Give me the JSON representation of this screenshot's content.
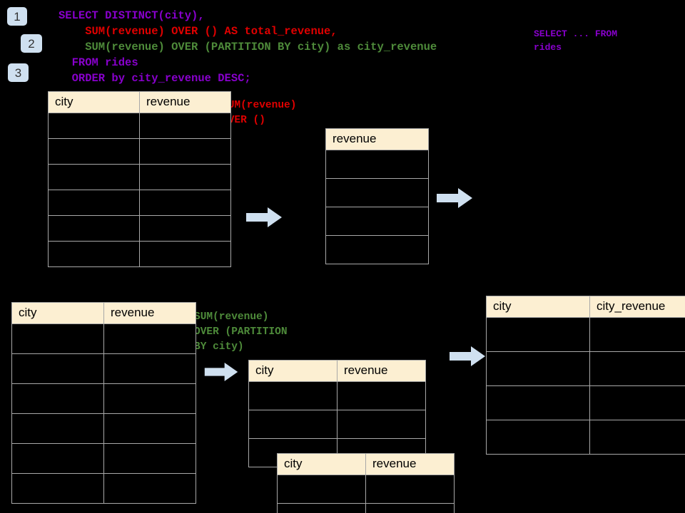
{
  "page": {
    "background": "#000000",
    "header_fill": "#FCEFD2",
    "grid_line": "#A8A8A8",
    "badge_fill": "#CFE0F0",
    "arrow_fill": "#CFE0F0"
  },
  "badges": [
    {
      "label": "1"
    },
    {
      "label": "2"
    },
    {
      "label": "3"
    }
  ],
  "query": {
    "lines": [
      {
        "text": "SELECT DISTINCT(city),",
        "color": "#8800CC"
      },
      {
        "text": "    SUM(revenue) OVER () AS total_revenue,",
        "color": "#E00000"
      },
      {
        "text": "    SUM(revenue) OVER (PARTITION BY city) as city_revenue",
        "color": "#4E8B3A"
      },
      {
        "text": "  FROM rides",
        "color": "#8800CC"
      },
      {
        "text": "  ORDER by city_revenue DESC;",
        "color": "#8800CC"
      }
    ]
  },
  "sidenote": {
    "text": "SELECT ... FROM\nrides",
    "color": "#8800CC"
  },
  "annotations": [
    {
      "id": "total-revenue-note",
      "text": "SUM(revenue)\nOVER ()",
      "color": "#E00000"
    },
    {
      "id": "city-revenue-note",
      "text": "SUM(revenue)\nOVER (PARTITION\nBY city)",
      "color": "#4E8B3A"
    }
  ],
  "tables": [
    {
      "id": "rides-source-top",
      "headers": [
        "city",
        "revenue"
      ],
      "rows": [
        [
          "",
          ""
        ],
        [
          "",
          ""
        ],
        [
          "",
          ""
        ],
        [
          "",
          ""
        ],
        [
          "",
          ""
        ],
        [
          "",
          ""
        ]
      ]
    },
    {
      "id": "total-revenue-result",
      "headers": [
        "revenue"
      ],
      "rows": [
        [
          ""
        ],
        [
          ""
        ],
        [
          ""
        ],
        [
          ""
        ]
      ]
    },
    {
      "id": "rides-source-bottom",
      "headers": [
        "city",
        "revenue"
      ],
      "rows": [
        [
          "",
          ""
        ],
        [
          "",
          ""
        ],
        [
          "",
          ""
        ],
        [
          "",
          ""
        ],
        [
          "",
          ""
        ],
        [
          "",
          ""
        ]
      ]
    },
    {
      "id": "partition-group-back",
      "headers": [
        "city",
        "revenue"
      ],
      "rows": [
        [
          "",
          ""
        ],
        [
          "",
          ""
        ],
        [
          "",
          ""
        ]
      ]
    },
    {
      "id": "partition-group-front",
      "headers": [
        "city",
        "revenue"
      ],
      "rows": [
        [
          "",
          ""
        ],
        [
          "",
          ""
        ]
      ]
    },
    {
      "id": "final-result",
      "headers": [
        "city",
        "city_revenue"
      ],
      "rows": [
        [
          "",
          ""
        ],
        [
          "",
          ""
        ],
        [
          "",
          ""
        ],
        [
          "",
          ""
        ]
      ]
    }
  ],
  "arrows": [
    {
      "id": "arrow-top-left"
    },
    {
      "id": "arrow-top-right"
    },
    {
      "id": "arrow-bottom-left"
    },
    {
      "id": "arrow-bottom-right"
    }
  ]
}
